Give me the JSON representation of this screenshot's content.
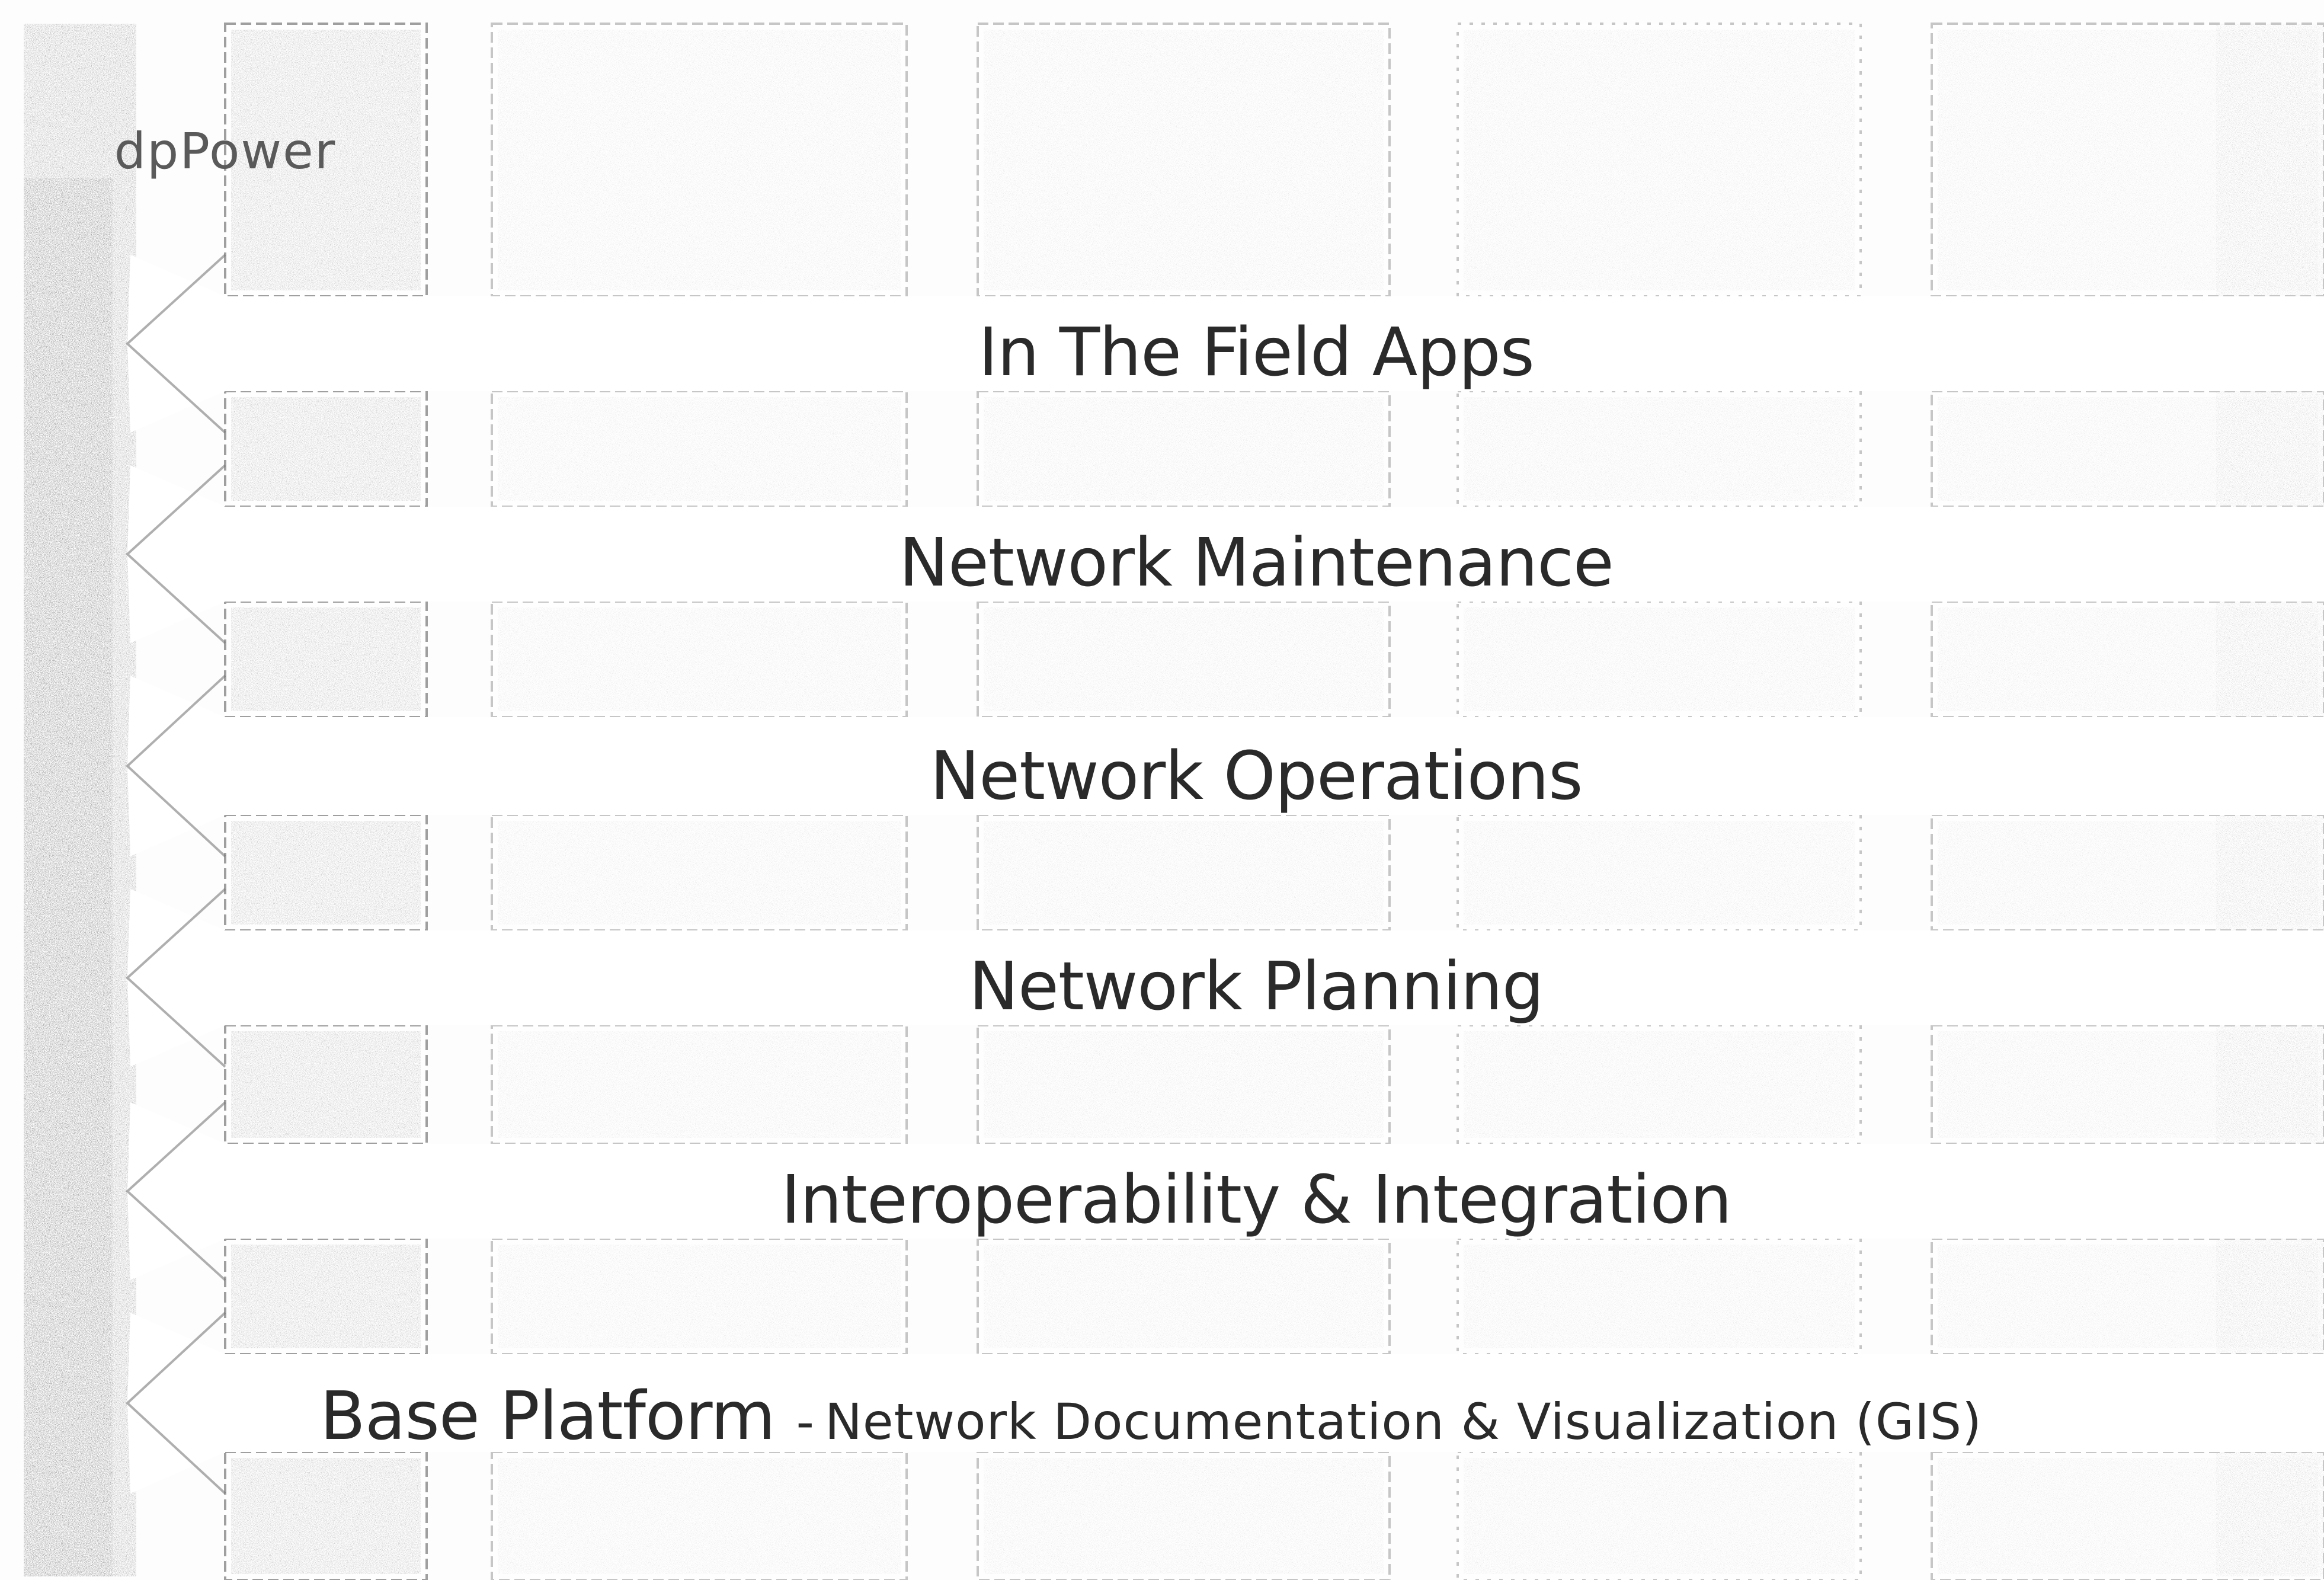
{
  "product_columns": [
    "dpPower"
  ],
  "layers": [
    {
      "label": "In The Field Apps"
    },
    {
      "label": "Network Maintenance"
    },
    {
      "label": "Network Operations"
    },
    {
      "label": "Network Planning"
    },
    {
      "label": "Interoperability & Integration"
    }
  ],
  "base_layer": {
    "title": "Base Platform",
    "separator": "-",
    "subtitle": "Network Documentation & Visualization (GIS)"
  },
  "colors": {
    "label_text": "#2a2a2a",
    "box_border": "#9a9a9a",
    "noise_dark": "#6b6b6b",
    "band_fill": "#ffffff"
  }
}
